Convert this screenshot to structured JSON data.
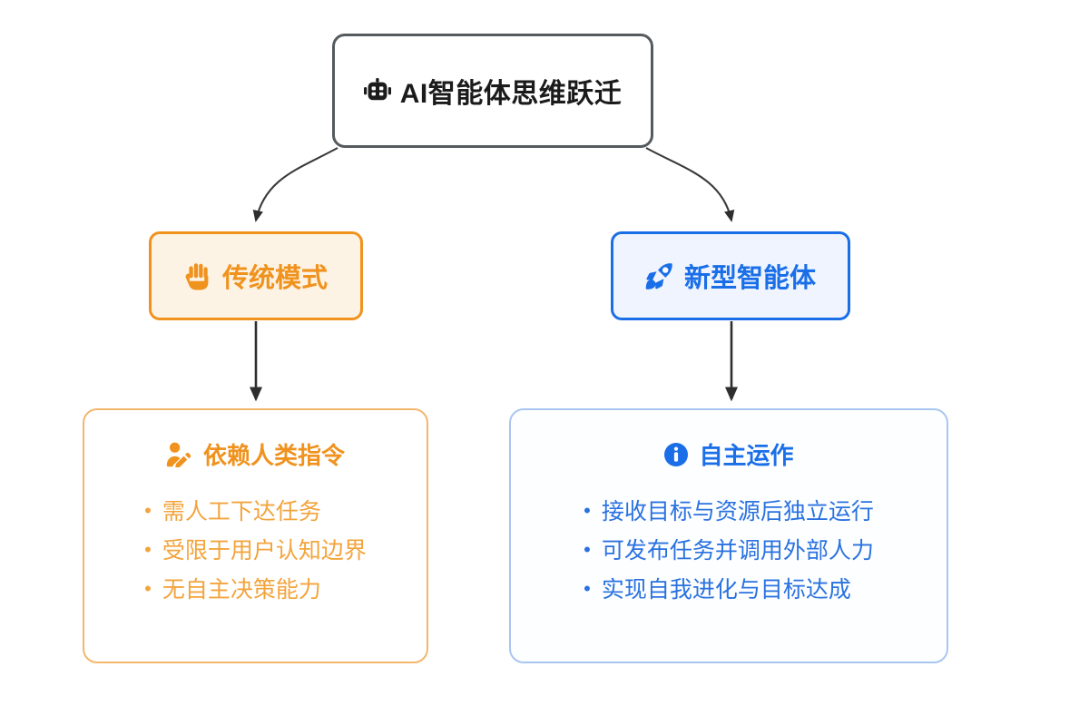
{
  "diagram": {
    "type": "tree-mindmap",
    "background_color": "#ffffff",
    "root": {
      "label": "AI智能体思维跃迁",
      "icon": "robot-icon",
      "border_color": "#555a5e",
      "text_color": "#1b1b1b"
    },
    "branches": [
      {
        "id": "traditional",
        "label": "传统模式",
        "icon": "raised-hand-icon",
        "accent_color": "#f0921e",
        "fill_color": "#fdf3e4",
        "card": {
          "title": "依赖人类指令",
          "icon": "user-edit-icon",
          "accent_color": "#f0921e",
          "border_color": "#f3b76b",
          "bullet_color": "#f3a43c",
          "bullet_marker": "•",
          "bullets": [
            "需人工下达任务",
            "受限于用户认知边界",
            "无自主决策能力"
          ]
        }
      },
      {
        "id": "new-agent",
        "label": "新型智能体",
        "icon": "rocket-icon",
        "accent_color": "#1a6fe8",
        "fill_color": "#eff4fe",
        "card": {
          "title": "自主运作",
          "icon": "info-circle-icon",
          "accent_color": "#1a6fe8",
          "border_color": "#a9c6f1",
          "bullet_color": "#2a72e0",
          "bullet_marker": "•",
          "bullets": [
            "接收目标与资源后独立运行",
            "可发布任务并调用外部人力",
            "实现自我进化与目标达成"
          ]
        }
      }
    ],
    "edges": [
      {
        "from": "root",
        "to": "traditional",
        "style": "curved",
        "arrow": true,
        "color": "#3a3a3a"
      },
      {
        "from": "root",
        "to": "new-agent",
        "style": "curved",
        "arrow": true,
        "color": "#3a3a3a"
      },
      {
        "from": "traditional",
        "to": "traditional-card",
        "style": "straight",
        "arrow": true,
        "color": "#2e2e2e"
      },
      {
        "from": "new-agent",
        "to": "new-agent-card",
        "style": "straight",
        "arrow": true,
        "color": "#2e2e2e"
      }
    ]
  }
}
